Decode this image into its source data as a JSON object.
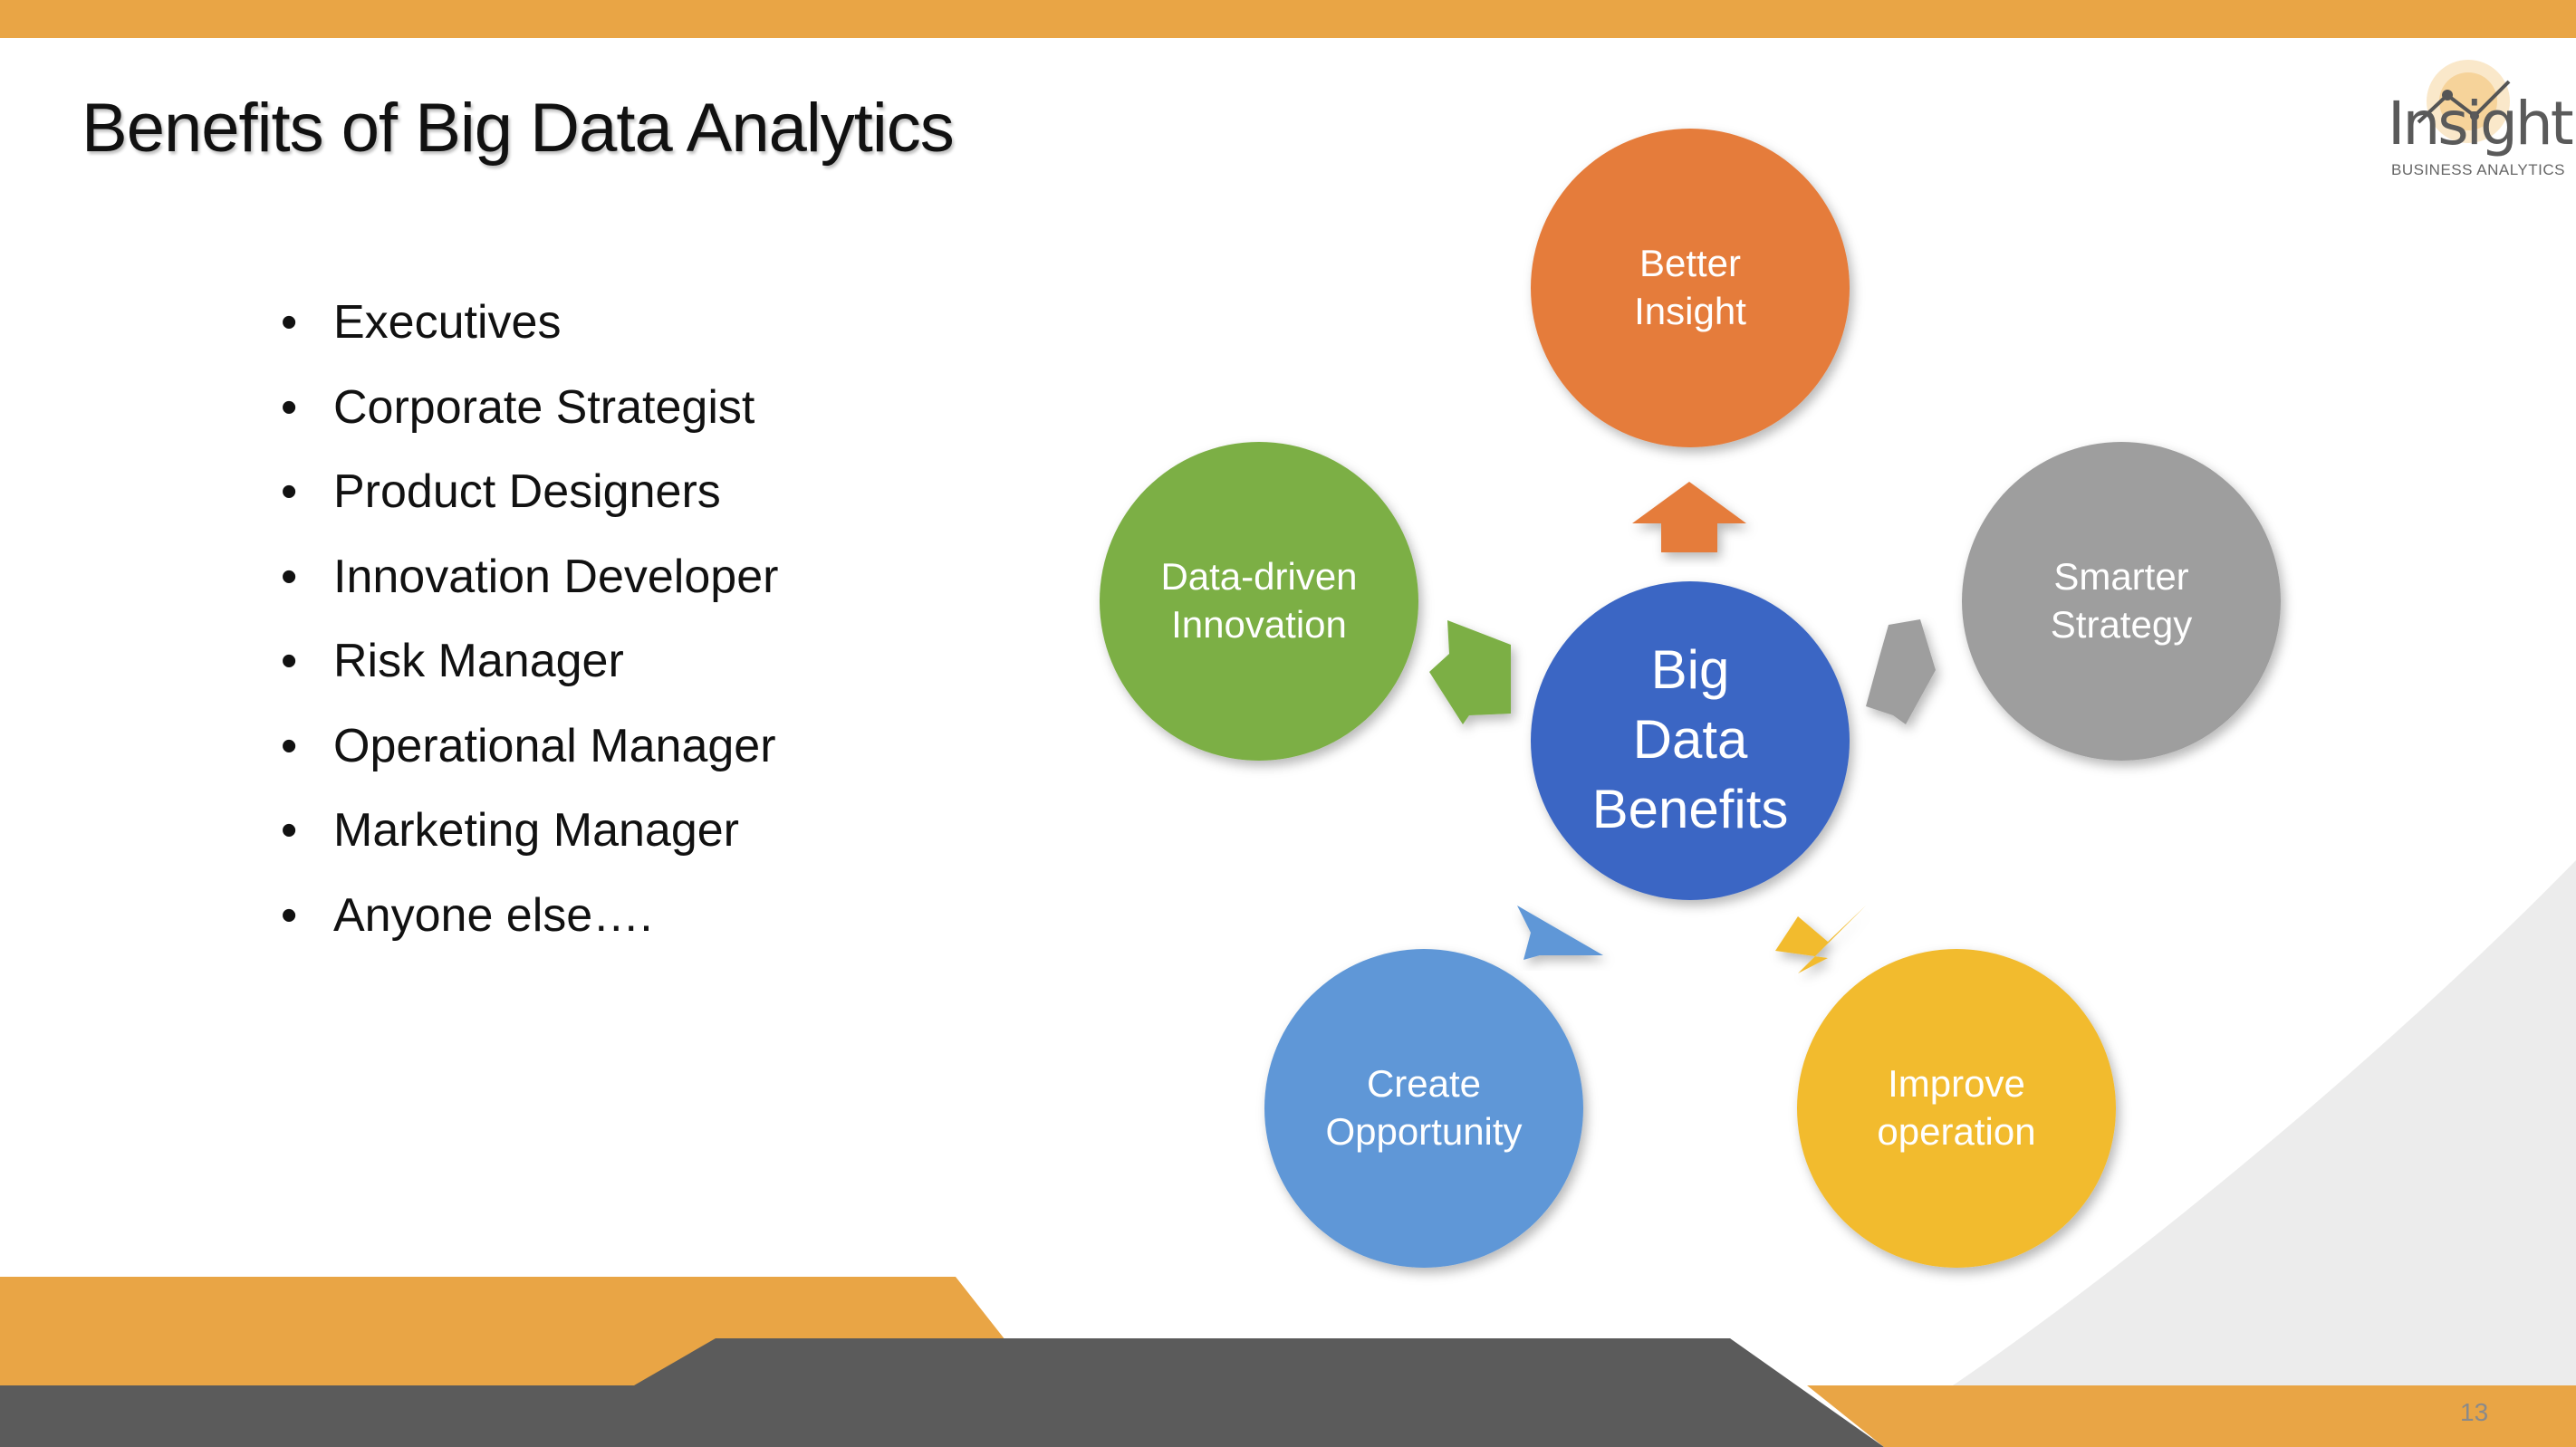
{
  "slide": {
    "title": "Benefits of Big Data Analytics",
    "page_number": "13"
  },
  "bullets": [
    "Executives",
    "Corporate Strategist",
    "Product Designers",
    "Innovation Developer",
    "Risk Manager",
    "Operational Manager",
    "Marketing Manager",
    "Anyone else…."
  ],
  "diagram": {
    "center": [
      "Big",
      "Data",
      "Benefits"
    ],
    "nodes": [
      {
        "lines": [
          "Better",
          "Insight"
        ],
        "color": "#E57B3A"
      },
      {
        "lines": [
          "Smarter",
          "Strategy"
        ],
        "color": "#9E9E9E"
      },
      {
        "lines": [
          "Improve",
          "operation"
        ],
        "color": "#F2BB2E"
      },
      {
        "lines": [
          "Create",
          "Opportunity"
        ],
        "color": "#5E97D7"
      },
      {
        "lines": [
          "Data-driven",
          "Innovation"
        ],
        "color": "#7BAF45"
      }
    ],
    "center_color": "#3B66C4"
  },
  "logo": {
    "word": "Insight",
    "tagline": "BUSINESS ANALYTICS"
  },
  "colors": {
    "accent_orange": "#E9A545",
    "footer_gray": "#5B5B5B"
  }
}
